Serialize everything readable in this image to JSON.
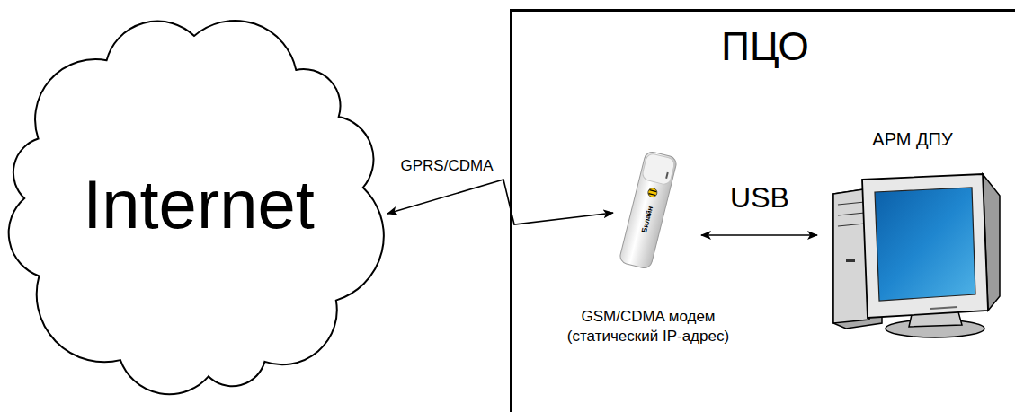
{
  "diagram": {
    "nodes": [
      {
        "text": [
          "Internet"
        ]
      },
      {
        "text": [
          "ПЦО"
        ]
      },
      {
        "text": [
          "GSM/CDMA модем (статический IP-адрес)"
        ],
        "in": 1
      },
      {
        "text": [
          "АРМ ДПУ"
        ],
        "in": 1
      }
    ],
    "edges": [
      {
        "from": 0,
        "to": 2,
        "label": "GPRS/CDMA",
        "arrow": "both"
      },
      {
        "from": 2,
        "to": 3,
        "label": "USB",
        "arrow": "both"
      }
    ],
    "labels": [
      "Билайн"
    ]
  }
}
